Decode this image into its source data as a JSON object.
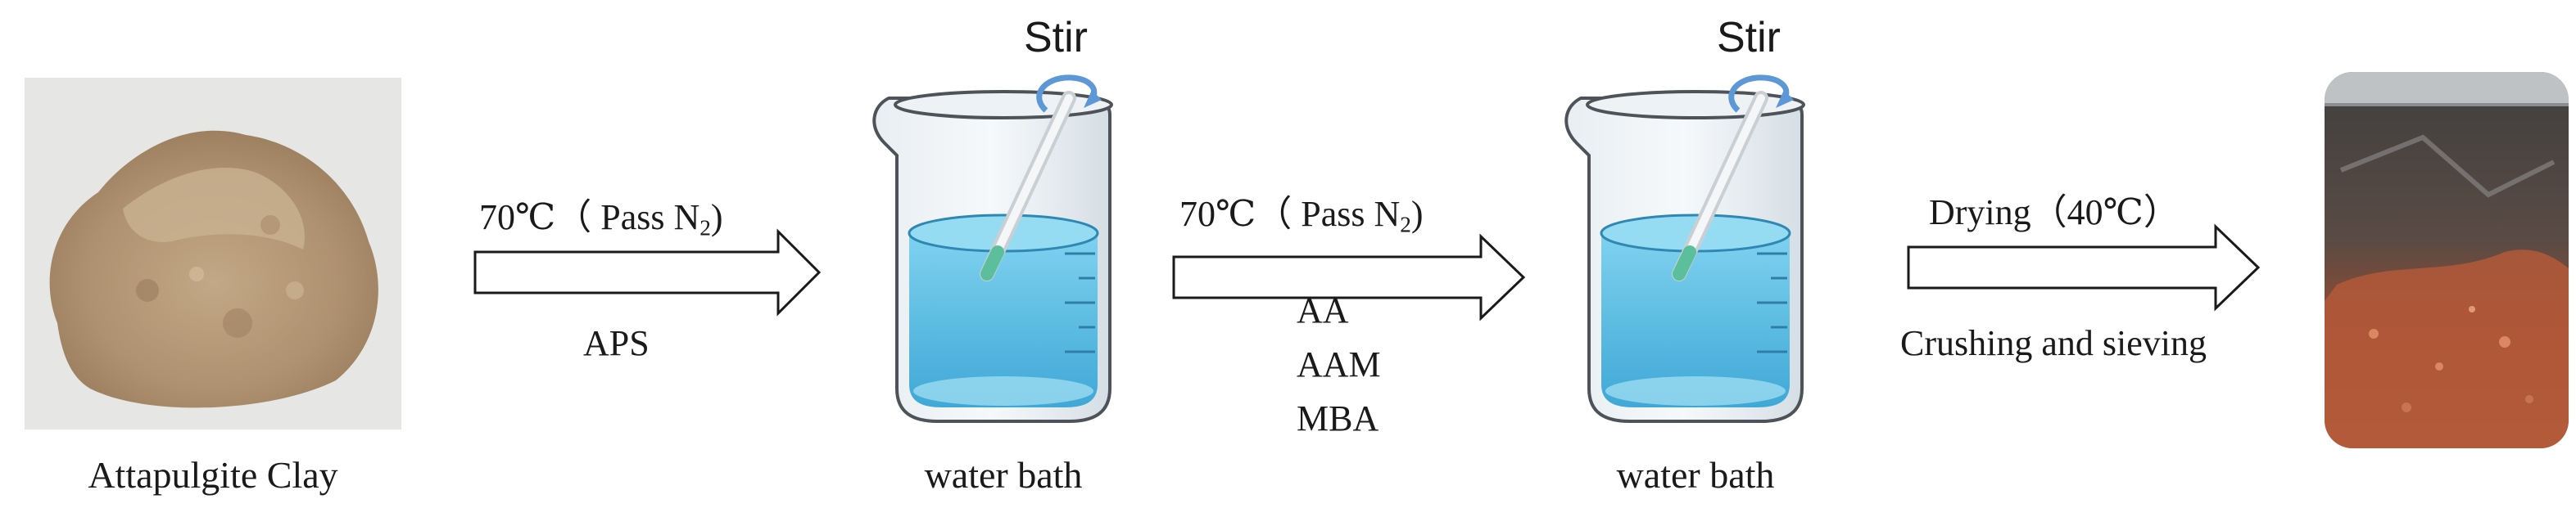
{
  "colors": {
    "water": "#6cc8e8",
    "glass": "#dde5ea",
    "stir_arrow": "#5c97d6",
    "clay": "#b49876",
    "product_red": "#a04a2b"
  },
  "steps": {
    "clay_label": "Attapulgite Clay",
    "beaker1": {
      "stir": "Stir",
      "label": "water bath"
    },
    "beaker2": {
      "stir": "Stir",
      "label": "water bath"
    }
  },
  "arrows": {
    "arrow1": {
      "top_prefix": "70℃（ Pass N",
      "subscript": "2",
      "top_suffix": ")",
      "bottom": "APS"
    },
    "arrow2": {
      "top_prefix": "70℃（ Pass N",
      "subscript": "2",
      "top_suffix": ")",
      "reagents": [
        "AA",
        "AAM",
        "MBA"
      ]
    },
    "arrow3": {
      "top": "Drying（40℃）",
      "bottom": "Crushing and sieving"
    }
  }
}
